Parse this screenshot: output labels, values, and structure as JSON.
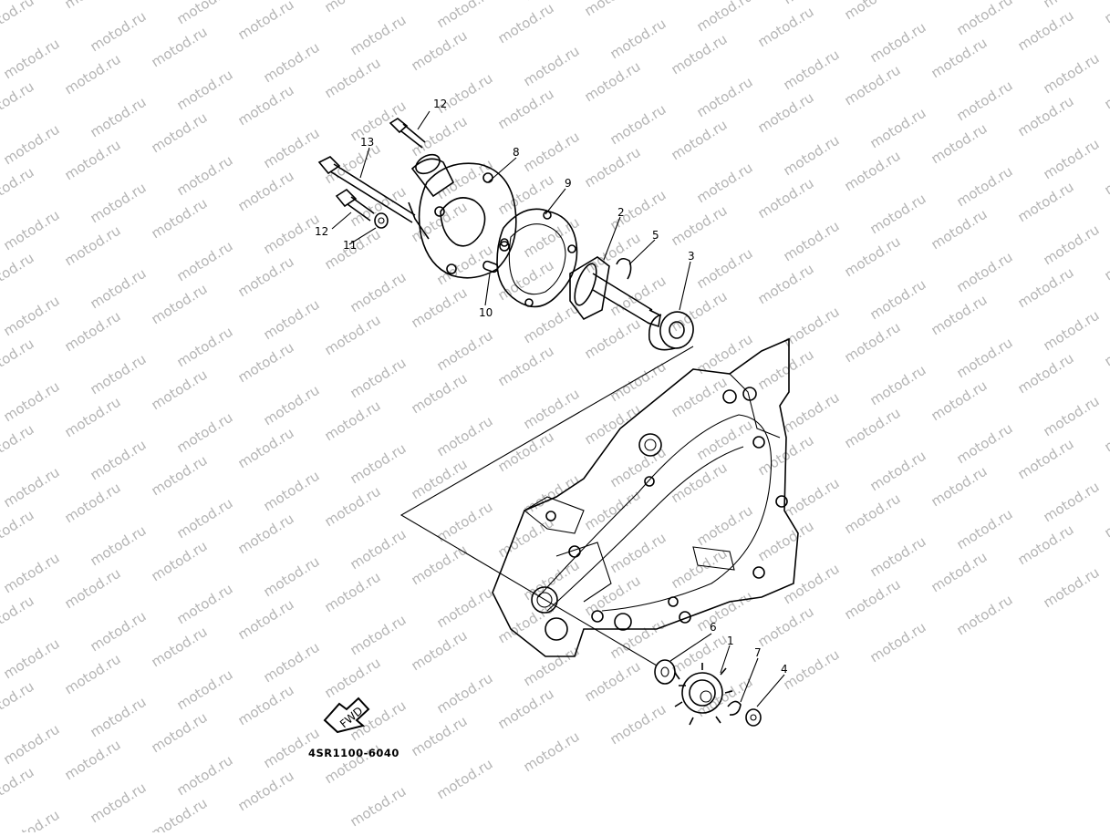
{
  "watermark": {
    "text": "motod.ru",
    "color": "#b5b5b5"
  },
  "diagram": {
    "part_code": "4SR1100-6040",
    "fwd_arrow_text": "FWD",
    "callouts": [
      {
        "id": "1",
        "label": "1"
      },
      {
        "id": "2",
        "label": "2"
      },
      {
        "id": "3",
        "label": "3"
      },
      {
        "id": "4",
        "label": "4"
      },
      {
        "id": "5",
        "label": "5"
      },
      {
        "id": "6",
        "label": "6"
      },
      {
        "id": "7",
        "label": "7"
      },
      {
        "id": "8",
        "label": "8"
      },
      {
        "id": "9",
        "label": "9"
      },
      {
        "id": "10",
        "label": "10"
      },
      {
        "id": "11",
        "label": "11"
      },
      {
        "id": "12a",
        "label": "12"
      },
      {
        "id": "12b",
        "label": "12"
      },
      {
        "id": "13",
        "label": "13"
      }
    ]
  }
}
